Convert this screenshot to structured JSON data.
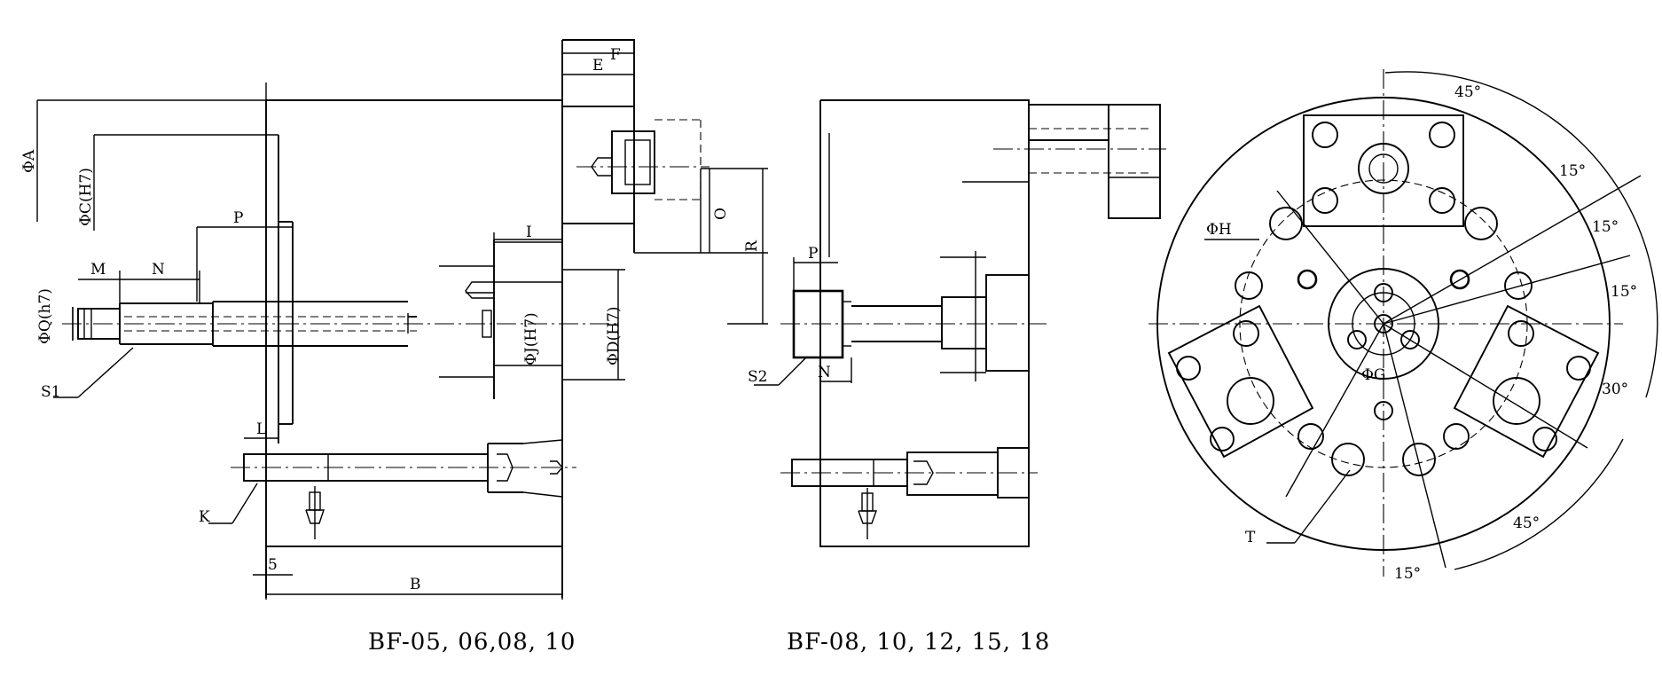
{
  "captions": {
    "left": "BF-05, 06,08, 10",
    "right": "BF-08, 10, 12, 15, 18"
  },
  "view1": {
    "phiA": "ΦA",
    "phiC": "ΦC(H7)",
    "phiQ": "ΦQ(h7)",
    "phiJ": "ΦJ(H7)",
    "phiD": "ΦD(H7)",
    "E": "E",
    "F": "F",
    "O": "O",
    "R": "R",
    "I": "I",
    "P": "P",
    "M": "M",
    "N": "N",
    "S1": "S1",
    "L": "L",
    "K": "K",
    "five": "5",
    "B": "B"
  },
  "view2": {
    "P": "P",
    "S2": "S2",
    "N": "N"
  },
  "view3": {
    "a45top": "45°",
    "a15a": "15°",
    "a15b": "15°",
    "a15c": "15°",
    "a30": "30°",
    "a45bot": "45°",
    "a15bot": "15°",
    "phiH": "ΦH",
    "phiG": "ΦG",
    "T": "T"
  }
}
